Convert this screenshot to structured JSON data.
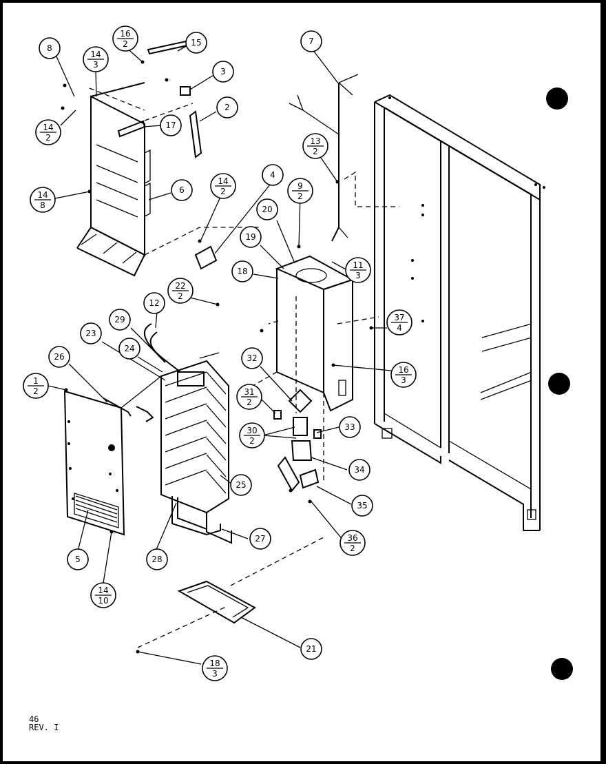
{
  "footer": {
    "page_number": "46",
    "revision": "REV. I"
  },
  "callouts": {
    "c8": "8",
    "c14_3": [
      "14",
      "3"
    ],
    "c16_2": [
      "16",
      "2"
    ],
    "c15": "15",
    "c3": "3",
    "c2": "2",
    "c17": "17",
    "c14_2a": [
      "14",
      "2"
    ],
    "c14_8": [
      "14",
      "8"
    ],
    "c6": "6",
    "c7": "7",
    "c13_2": [
      "13",
      "2"
    ],
    "c14_2b": [
      "14",
      "2"
    ],
    "c4": "4",
    "c9_2": [
      "9",
      "2"
    ],
    "c20": "20",
    "c19": "19",
    "c18": "18",
    "c11_3": [
      "11",
      "3"
    ],
    "c22_2": [
      "22",
      "2"
    ],
    "c37_4": [
      "37",
      "4"
    ],
    "c12": "12",
    "c29": "29",
    "c23": "23",
    "c24": "24",
    "c26": "26",
    "c1_2": [
      "1",
      "2"
    ],
    "c32": "32",
    "c16_3": [
      "16",
      "3"
    ],
    "c31_2": [
      "31",
      "2"
    ],
    "c33": "33",
    "c30_2": [
      "30",
      "2"
    ],
    "c34": "34",
    "c25": "25",
    "c35": "35",
    "c36_2": [
      "36",
      "2"
    ],
    "c27": "27",
    "c28": "28",
    "c5": "5",
    "c14_10": [
      "14",
      "10"
    ],
    "c21": "21",
    "c18_3": [
      "18",
      "3"
    ]
  }
}
